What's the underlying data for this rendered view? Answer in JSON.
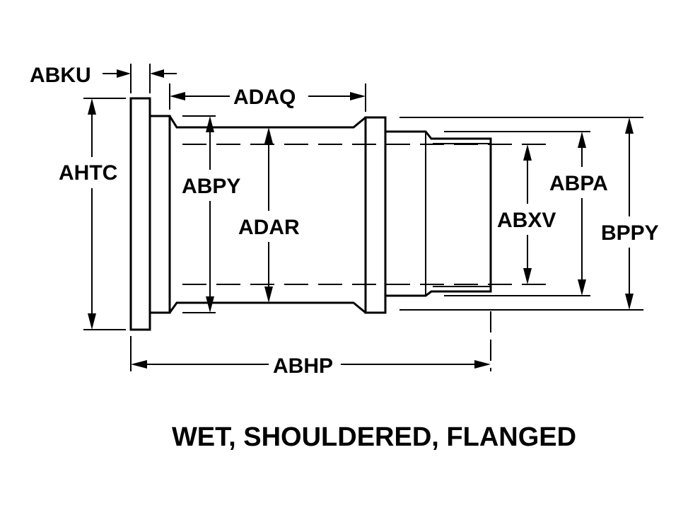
{
  "labels": {
    "abku": "ABKU",
    "adaq": "ADAQ",
    "ahtc": "AHTC",
    "abpy": "ABPY",
    "adar": "ADAR",
    "abxv": "ABXV",
    "abpa": "ABPA",
    "bppy": "BPPY",
    "abhp": "ABHP"
  },
  "caption": "WET, SHOULDERED, FLANGED",
  "colors": {
    "ink": "#000000",
    "background": "#ffffff"
  }
}
